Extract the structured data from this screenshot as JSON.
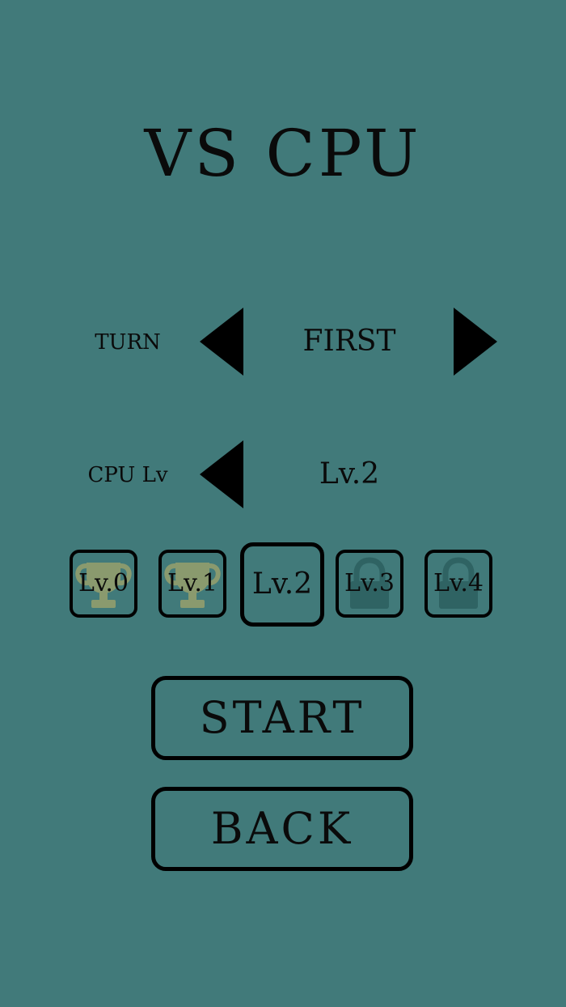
{
  "screen": {
    "title": "VS CPU"
  },
  "turn": {
    "label": "TURN",
    "value": "FIRST"
  },
  "cpu_level": {
    "label": "CPU Lv",
    "value": "Lv.2"
  },
  "levels": [
    {
      "label": "Lv.0",
      "icon": "trophy-icon",
      "selected": false
    },
    {
      "label": "Lv.1",
      "icon": "trophy-icon",
      "selected": false
    },
    {
      "label": "Lv.2",
      "icon": "",
      "selected": true
    },
    {
      "label": "Lv.3",
      "icon": "lock-icon",
      "selected": false
    },
    {
      "label": "Lv.4",
      "icon": "lock-icon",
      "selected": false
    }
  ],
  "buttons": {
    "start_label": "START",
    "back_label": "BACK"
  },
  "colors": {
    "background": "#417a7a",
    "trophy": "#8a9a6e",
    "lock": "#2f6363",
    "ink": "#000000"
  }
}
